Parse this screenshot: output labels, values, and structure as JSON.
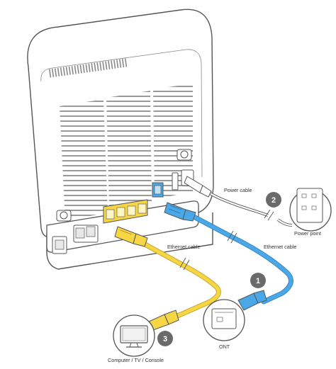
{
  "labels": {
    "power_cable": "Power cable",
    "power_point": "Power point",
    "ethernet_cable_left": "Ethernet cable",
    "ethernet_cable_right": "Ethernet cable",
    "ont": "ONT",
    "computer": "Computer / TV / Console"
  },
  "steps": {
    "one": "1",
    "two": "2",
    "three": "3"
  },
  "colors": {
    "ethernet_wan": "#4aa8e8",
    "ethernet_lan": "#f6d645",
    "badge": "#6a6a6a",
    "outline": "#555555"
  }
}
